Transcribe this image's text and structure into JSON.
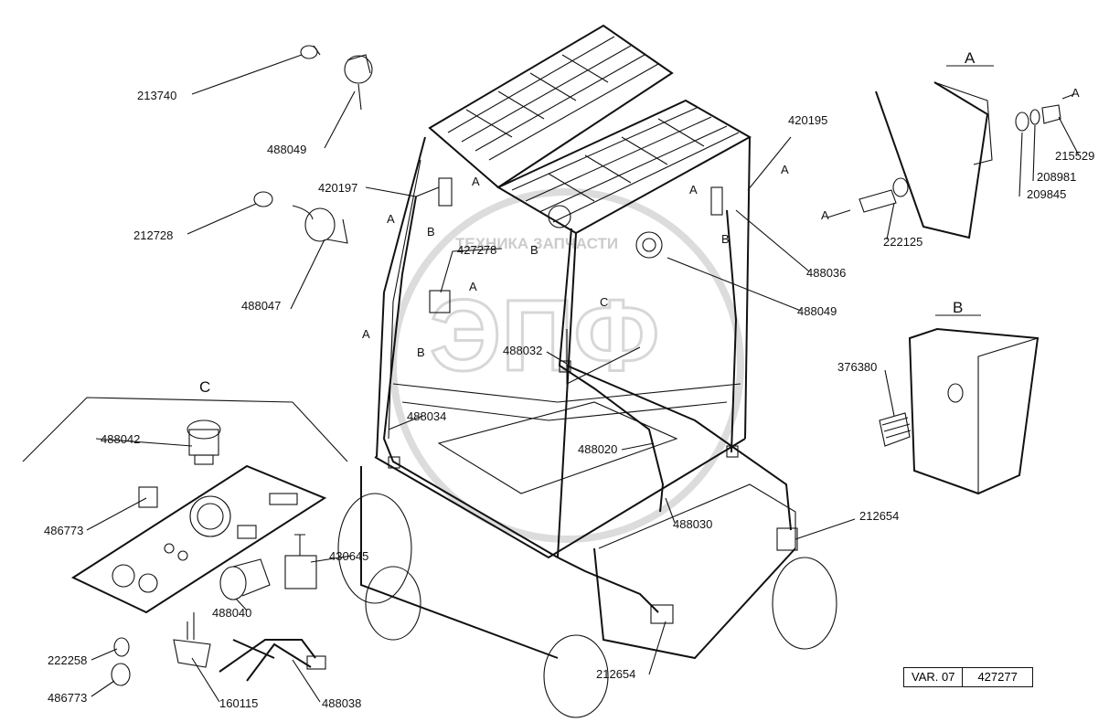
{
  "watermark": {
    "brand_text": "ТЕХНИКА ЗАПЧАСТИ",
    "logo_text": "ЭПФ"
  },
  "views": {
    "a": "A",
    "b": "B",
    "c": "C"
  },
  "markers": {
    "a": "A",
    "b": "B",
    "c": "C"
  },
  "parts": {
    "p213740": "213740",
    "p488049_top": "488049",
    "p212728": "212728",
    "p488047": "488047",
    "p420197": "420197",
    "p427278": "427278",
    "p420195": "420195",
    "p488036": "488036",
    "p488049_right": "488049",
    "p488032": "488032",
    "p488034": "488034",
    "p488020": "488020",
    "p488030": "488030",
    "p212654_right": "212654",
    "p212654_bottom": "212654",
    "p488042": "488042",
    "p486773_panel": "486773",
    "p430645": "430645",
    "p488040": "488040",
    "p222258": "222258",
    "p486773_bottom": "486773",
    "p160115": "160115",
    "p488038": "488038",
    "p215529": "215529",
    "p208981": "208981",
    "p209845": "209845",
    "p222125": "222125",
    "p376380": "376380"
  },
  "variant": {
    "label": "VAR. 07",
    "code": "427277"
  }
}
